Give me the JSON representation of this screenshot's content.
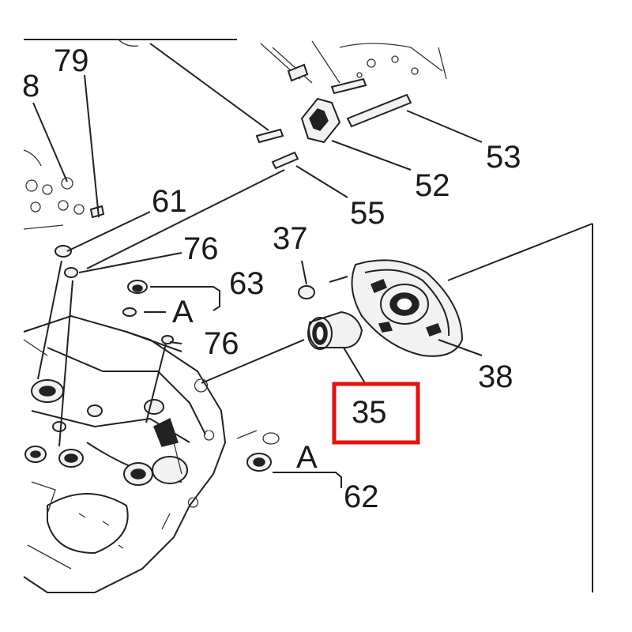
{
  "diagram": {
    "labels": {
      "l8": "8",
      "l79": "79",
      "l61": "61",
      "l76a": "76",
      "l63": "63",
      "lA1": "A",
      "l76b": "76",
      "l37": "37",
      "l53": "53",
      "l52": "52",
      "l55": "55",
      "l38": "38",
      "l35": "35",
      "lA2": "A",
      "l62": "62"
    },
    "highlight": {
      "part": "35",
      "color": "#e3120b"
    }
  }
}
